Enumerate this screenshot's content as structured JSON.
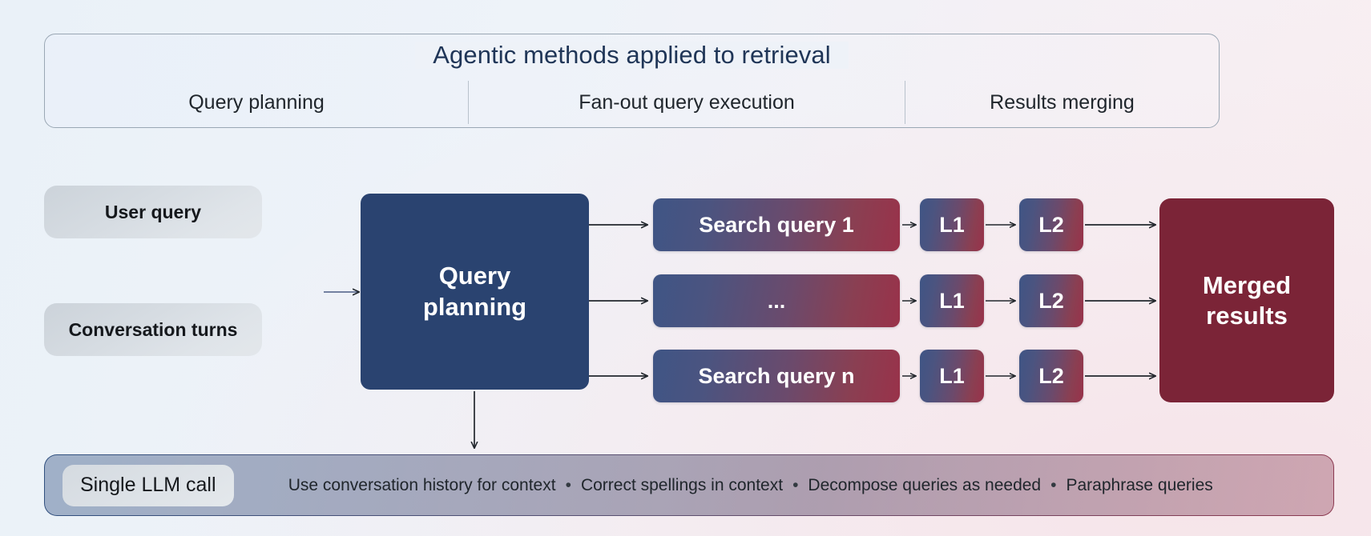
{
  "legend": {
    "title": "Agentic methods applied to retrieval",
    "columns": [
      {
        "label": "Query planning"
      },
      {
        "label": "Fan-out query execution"
      },
      {
        "label": "Results merging"
      }
    ]
  },
  "inputs": [
    {
      "label": "User query"
    },
    {
      "label": "Conversation turns"
    }
  ],
  "planner": {
    "line1": "Query",
    "line2": "planning"
  },
  "rows": [
    {
      "query": "Search query 1",
      "l1": "L1",
      "l2": "L2"
    },
    {
      "query": "...",
      "l1": "L1",
      "l2": "L2"
    },
    {
      "query": "Search query n",
      "l1": "L1",
      "l2": "L2"
    }
  ],
  "merged": {
    "line1": "Merged",
    "line2": "results"
  },
  "bottom": {
    "pill": "Single LLM call",
    "items": [
      "Use conversation history for context",
      "Correct spellings in context",
      "Decompose queries as needed",
      "Paraphrase queries"
    ],
    "separator": "•"
  },
  "colors": {
    "planner_navy": "#2a4370",
    "merged_maroon": "#7b2437",
    "gradient_start_blue": "#3f5585",
    "gradient_end_red": "#99324a",
    "title_navy": "#1f3557"
  }
}
